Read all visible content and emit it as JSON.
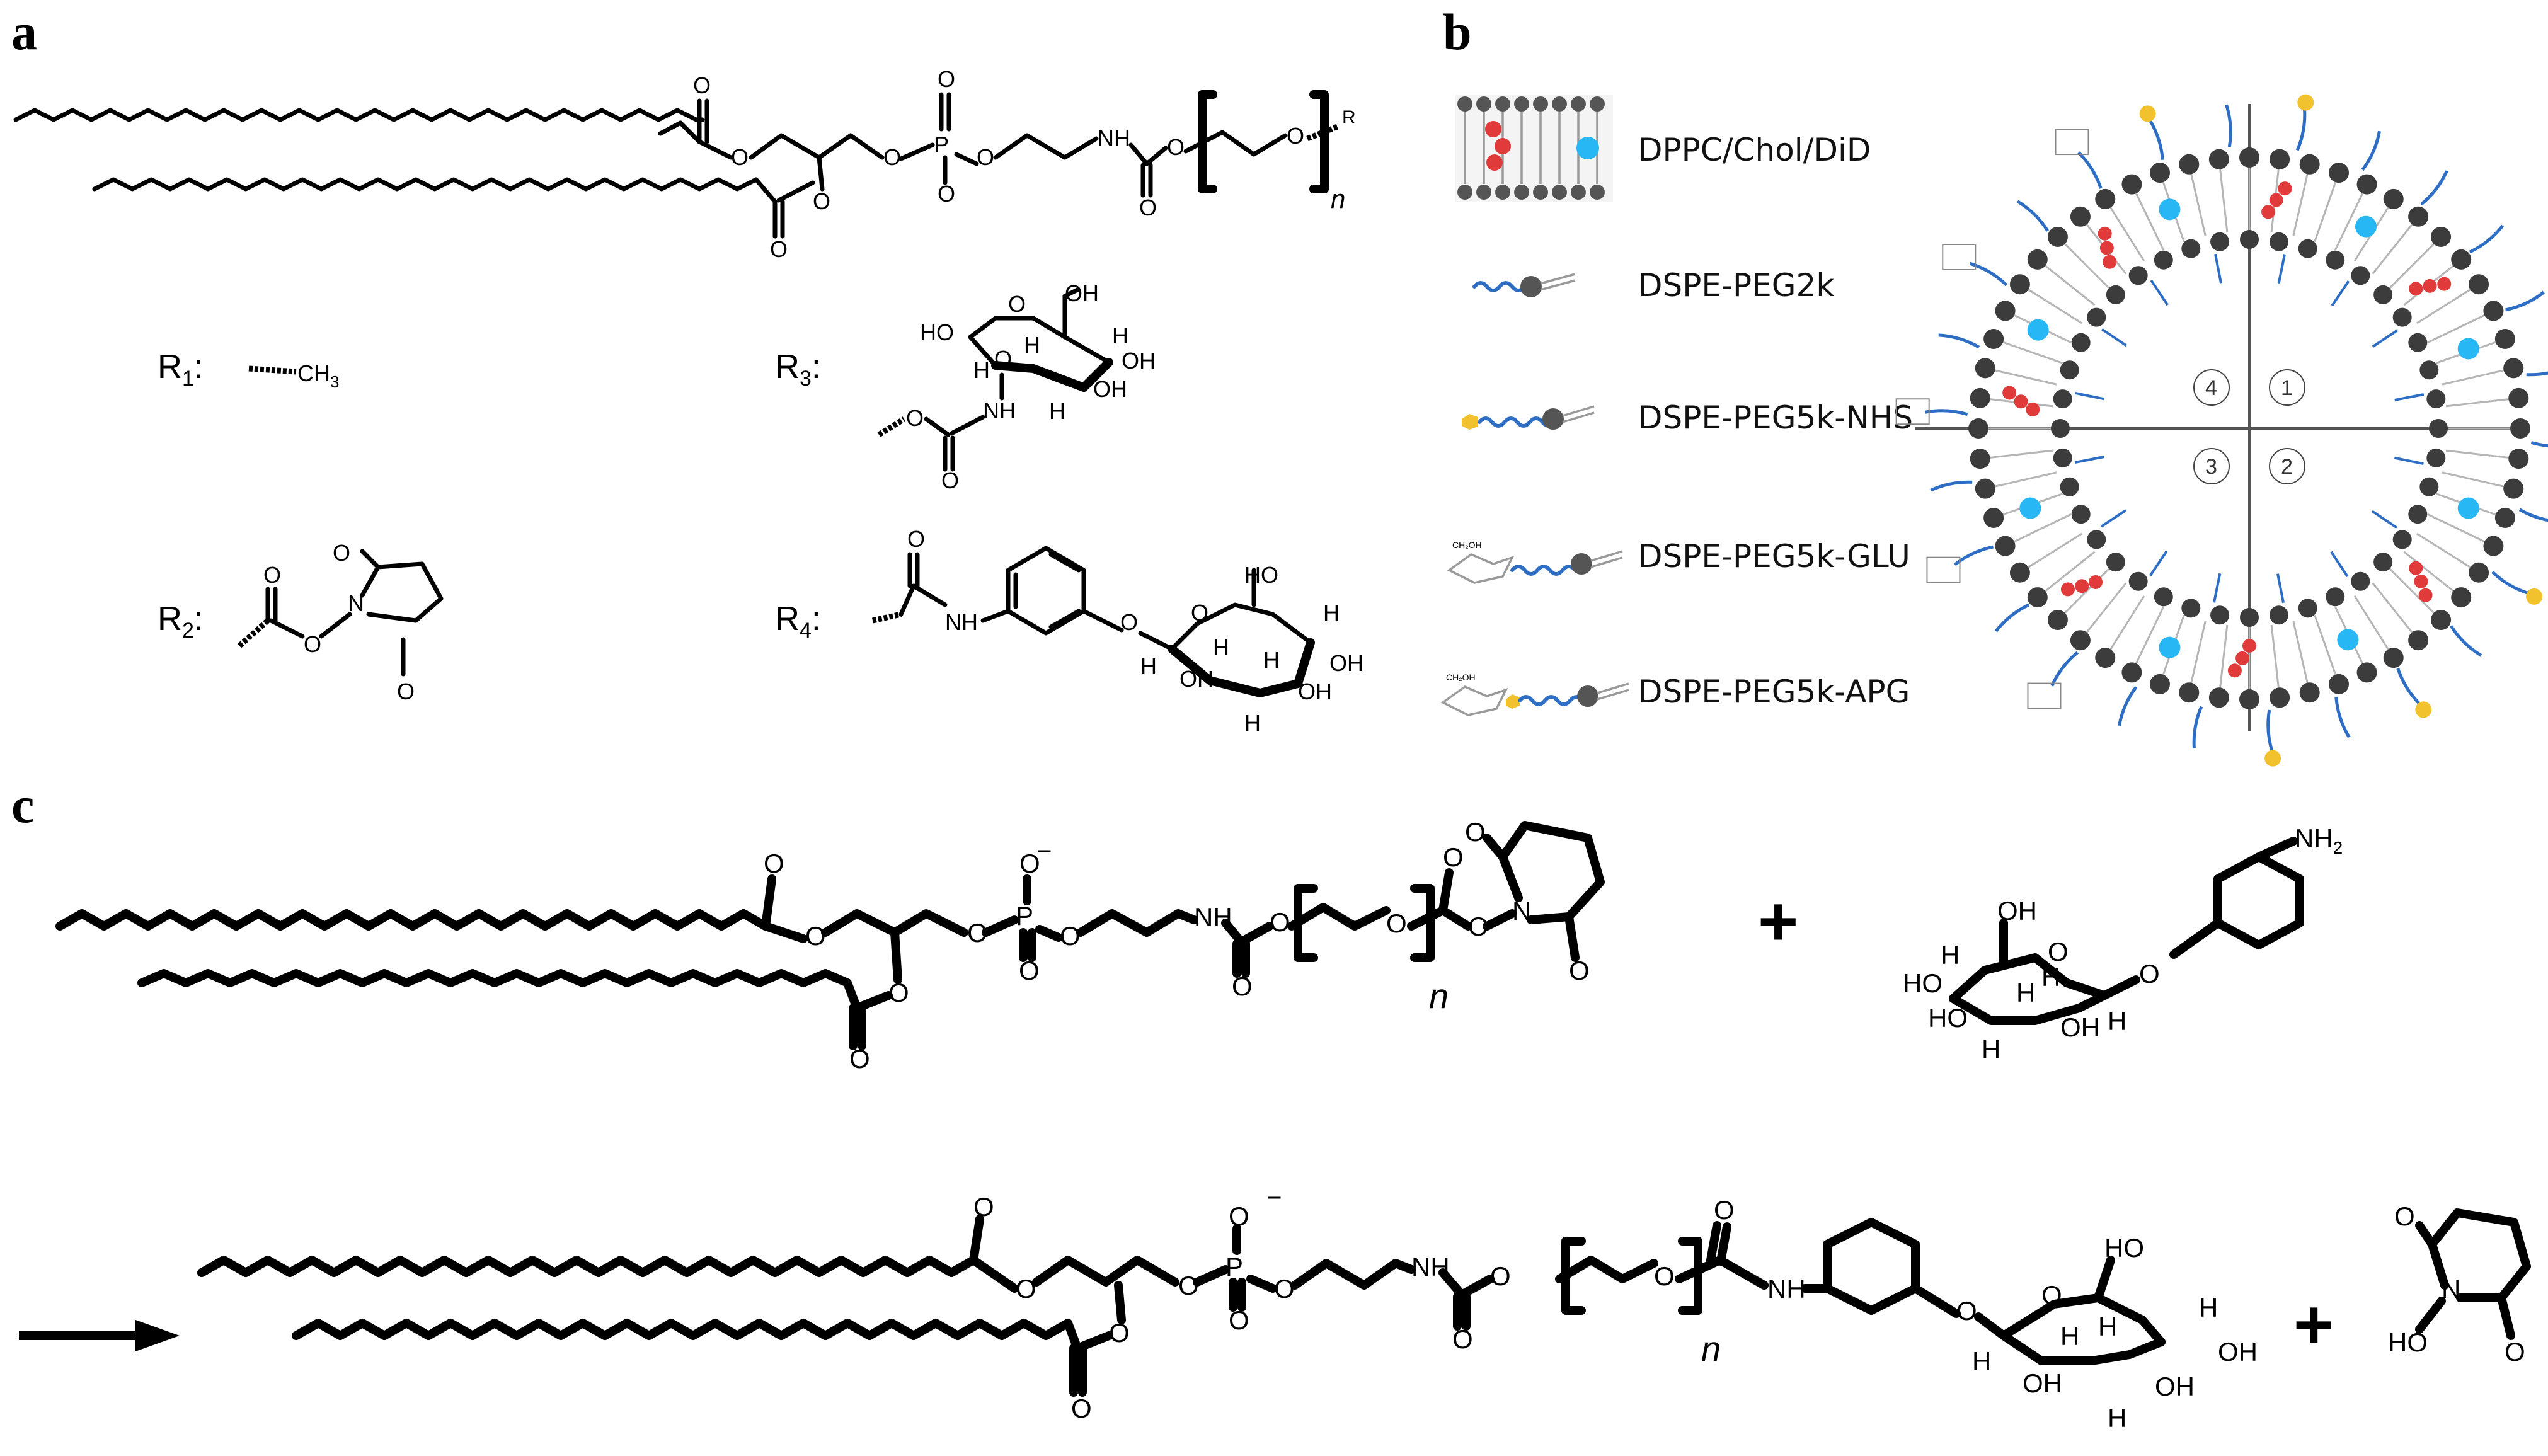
{
  "panels": {
    "a": "a",
    "b": "b",
    "c": "c"
  },
  "panel_a": {
    "r_labels": [
      "R1:",
      "R2:",
      "R3:",
      "R4:"
    ],
    "r_subscripts": [
      "1",
      "2",
      "3",
      "4"
    ],
    "r_generic": "R",
    "repeat_n": "n",
    "atoms": {
      "O": "O",
      "P": "P",
      "NH": "NH",
      "N": "N",
      "OH": "OH",
      "HO": "HO",
      "H": "H",
      "CH3": "CH3"
    }
  },
  "panel_b": {
    "legend": [
      {
        "label": "DPPC/Chol/DiD",
        "icon": "bilayer-icon"
      },
      {
        "label": "DSPE-PEG2k",
        "icon": "peg-lipid-icon"
      },
      {
        "label": "DSPE-PEG5k-NHS",
        "icon": "peg-nhs-lipid-icon"
      },
      {
        "label": "DSPE-PEG5k-GLU",
        "icon": "peg-glucose-lipid-icon"
      },
      {
        "label": "DSPE-PEG5k-APG",
        "icon": "peg-apg-lipid-icon"
      }
    ],
    "quadrants": [
      "1",
      "2",
      "3",
      "4"
    ],
    "colors": {
      "peg": "#2d6ec4",
      "nhs": "#f2c12e",
      "did": "#27b7f5",
      "chol": "#e03a3a",
      "headgroup": "#3c3c3c"
    }
  },
  "panel_c": {
    "plus": "+",
    "repeat_n": "n",
    "o_minus": "−",
    "nh2": "NH2",
    "nh2_sub": "2",
    "ho": "HO"
  }
}
